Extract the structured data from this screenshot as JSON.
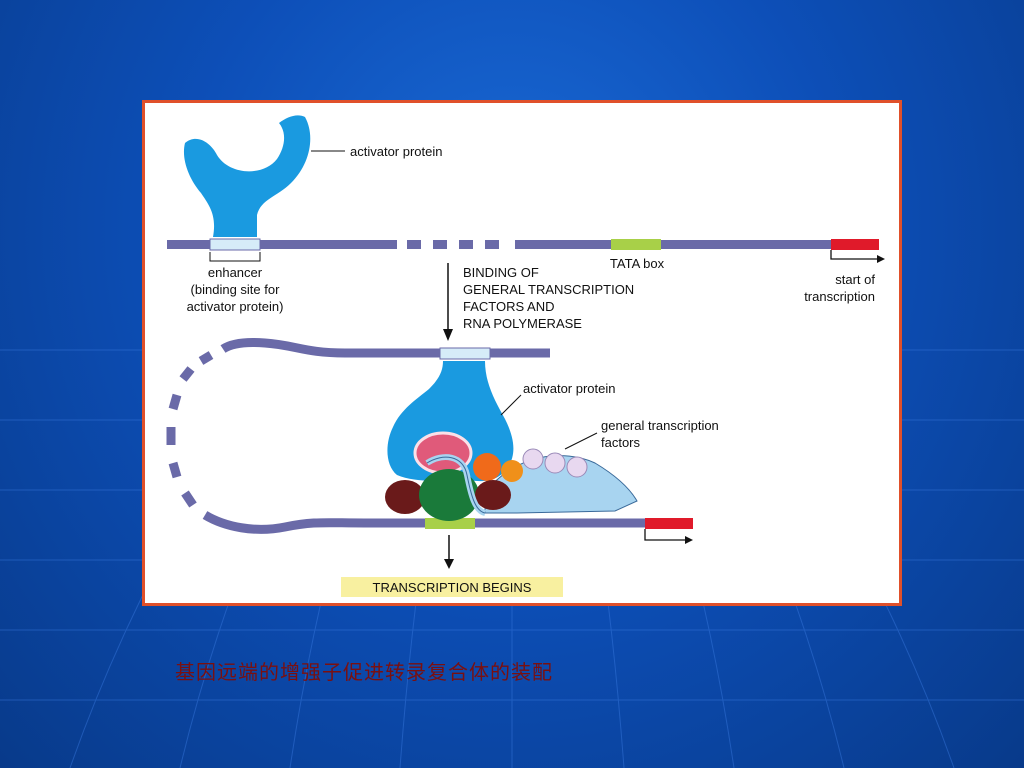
{
  "diagram": {
    "labels": {
      "activator_protein_top": "activator protein",
      "enhancer_line1": "enhancer",
      "enhancer_line2": "(binding site for",
      "enhancer_line3": "activator protein)",
      "tata_box": "TATA box",
      "start_line1": "start of",
      "start_line2": "transcription",
      "binding_line1": "BINDING OF",
      "binding_line2": "GENERAL TRANSCRIPTION",
      "binding_line3": "FACTORS AND",
      "binding_line4": "RNA POLYMERASE",
      "activator_protein_bottom": "activator protein",
      "gtf_line1": "general transcription",
      "gtf_line2": "factors",
      "transcription_begins": "TRANSCRIPTION BEGINS"
    },
    "colors": {
      "dna": "#6a6aa8",
      "enhancer": "#d6ecf8",
      "tata_box": "#a8d048",
      "start_site": "#e01a2a",
      "activator": "#1a9ae0",
      "frame_border": "#e0502a",
      "highlight_label": "#f8f0a0"
    }
  },
  "caption": "基因远端的增强子促进转录复合体的装配"
}
